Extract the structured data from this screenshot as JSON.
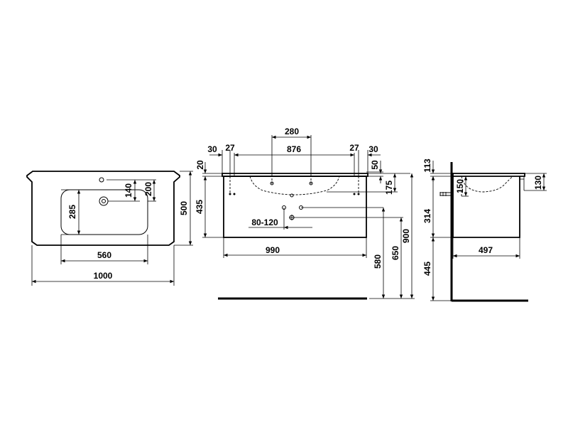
{
  "top_view": {
    "width_overall": "1000",
    "bowl_width": "560",
    "bowl_depth": "285",
    "depth_overall": "500",
    "tap_hole_offset": "140",
    "tap_hole_depth": "200"
  },
  "front_view": {
    "basin_length": "990",
    "tap_spacing": "280",
    "bracket_spacing": "876",
    "edge_left_a": "30",
    "edge_left_b": "27",
    "edge_right_b": "27",
    "edge_right_a": "30",
    "top_thickness": "20",
    "cabinet_height": "435",
    "rim_depth": "50",
    "bowl_depth": "175",
    "drain_range": "80-120",
    "height_580": "580",
    "height_650": "650",
    "height_900": "900"
  },
  "side_view": {
    "rim_113": "113",
    "overflow_150": "150",
    "front_130": "130",
    "cabinet_314": "314",
    "floor_445": "445",
    "depth_497": "497"
  }
}
